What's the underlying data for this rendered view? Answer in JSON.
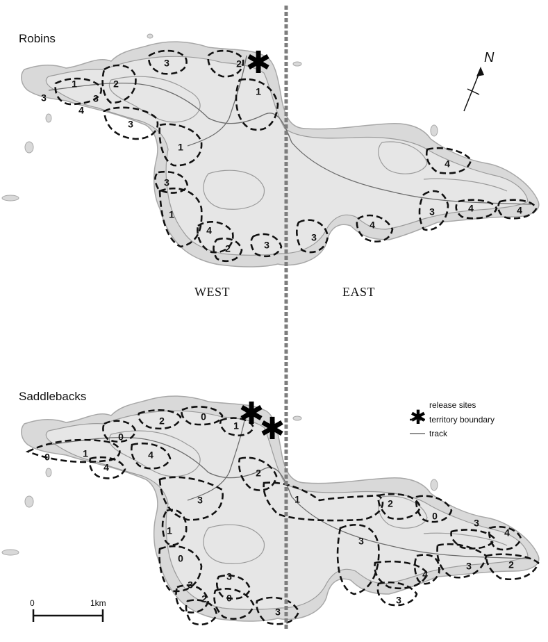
{
  "panels": {
    "top_title": "Robins",
    "bottom_title": "Saddlebacks"
  },
  "regions": {
    "west": "WEST",
    "east": "EAST"
  },
  "north_label": "N",
  "legend": {
    "release_sites": "release sites",
    "territory_boundary": "territory boundary",
    "track": "track"
  },
  "scale_bar": {
    "start": "0",
    "end": "1km"
  },
  "release_symbol": "✱",
  "robins_territories": [
    "1",
    "3",
    "3",
    "2",
    "4",
    "3",
    "3",
    "2",
    "1",
    "1",
    "3",
    "1",
    "4",
    "2",
    "3",
    "3",
    "4",
    "3",
    "4",
    "4"
  ],
  "saddleback_territories": [
    "0",
    "1",
    "0",
    "2",
    "0",
    "1",
    "4",
    "4",
    "3",
    "2",
    "1",
    "1",
    "2",
    "0",
    "3",
    "4",
    "3",
    "3",
    "2",
    "3",
    "0",
    "3",
    "3",
    "2",
    "0",
    "4",
    "3"
  ]
}
